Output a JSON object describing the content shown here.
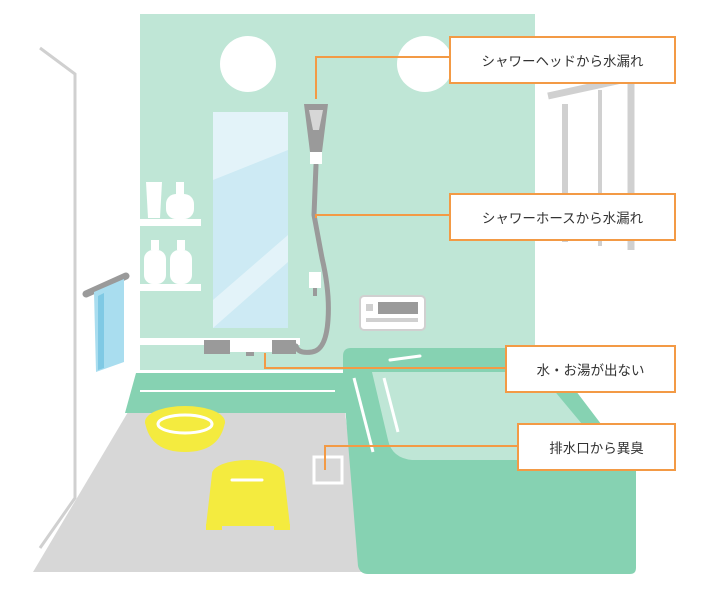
{
  "colors": {
    "wall": "#bfe6d6",
    "floor": "#d7d7d7",
    "tub": "#86d2b2",
    "ledge": "#86d2b2",
    "yellow": "#f4eb3f",
    "accent": "#f39a45",
    "mirror": "#cdeaf4",
    "towel": "#a9ddef",
    "frame": "#d0d0d0",
    "gray": "#9a9a9a"
  },
  "callouts": [
    {
      "id": "shower-head",
      "text": "シャワーヘッドから水漏れ"
    },
    {
      "id": "shower-hose",
      "text": "シャワーホースから水漏れ"
    },
    {
      "id": "faucet",
      "text": "水・お湯が出ない"
    },
    {
      "id": "drain",
      "text": "排水口から異臭"
    }
  ]
}
